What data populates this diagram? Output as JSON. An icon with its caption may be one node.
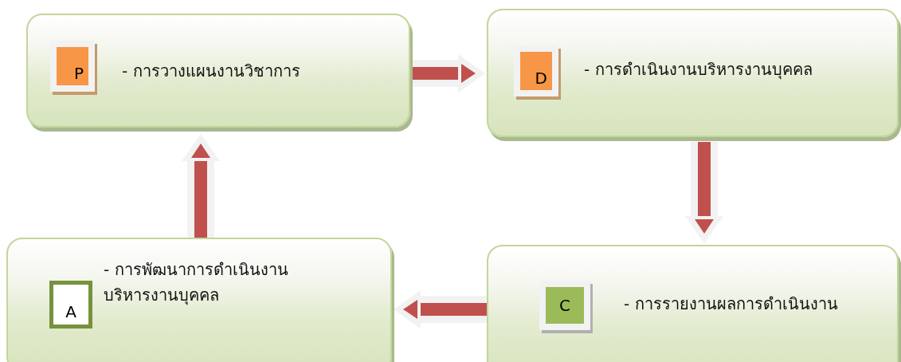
{
  "diagram": {
    "nodes": [
      {
        "text": [
          "- การวางแผนงานวิชาการ"
        ]
      },
      {
        "text": [
          "P"
        ],
        "in": 0
      },
      {
        "text": [
          "- การดำเนินงานบริหารงานบุคคล"
        ]
      },
      {
        "text": [
          "D"
        ],
        "in": 2
      },
      {
        "text": [
          "- การพัฒนาการดำเนินงานบริหารงานบุคคล"
        ]
      },
      {
        "text": [
          "A"
        ],
        "in": 4
      },
      {
        "text": [
          "- การรายงานผลการดำเนินงาน"
        ]
      },
      {
        "text": [
          "C"
        ],
        "in": 6
      }
    ],
    "edges": [
      {
        "from": 0,
        "to": 2,
        "arrow": "to"
      },
      {
        "from": 2,
        "to": 6,
        "arrow": "to"
      },
      {
        "from": 6,
        "to": 4,
        "arrow": "to"
      },
      {
        "from": 4,
        "to": 0,
        "arrow": "to"
      }
    ]
  }
}
